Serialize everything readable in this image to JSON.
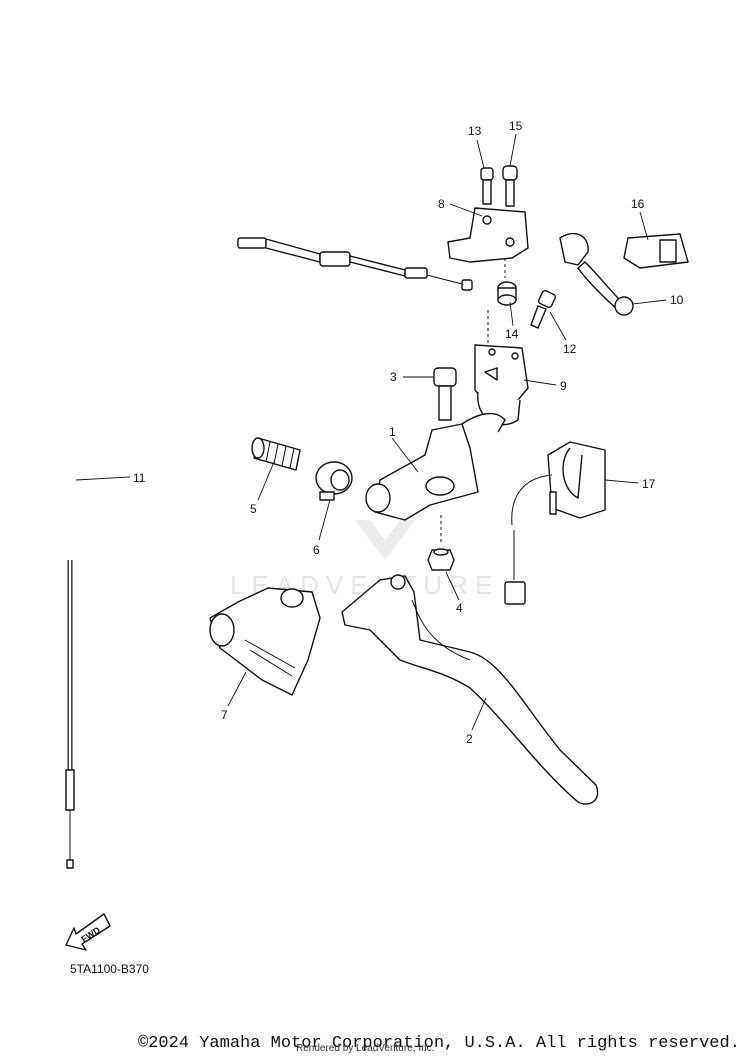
{
  "diagram": {
    "callouts": [
      "1",
      "2",
      "3",
      "4",
      "5",
      "6",
      "7",
      "8",
      "9",
      "10",
      "11",
      "12",
      "13",
      "14",
      "15",
      "16",
      "17"
    ],
    "fwd_label": "FWD",
    "diagram_code": "5TA1100-B370",
    "watermark": "LEADVENTURE"
  },
  "footer": {
    "copyright": "©2024 Yamaha Motor Corporation, U.S.A. All rights reserved.",
    "rendered_by": "Rendered by LeadVenture, Inc."
  }
}
